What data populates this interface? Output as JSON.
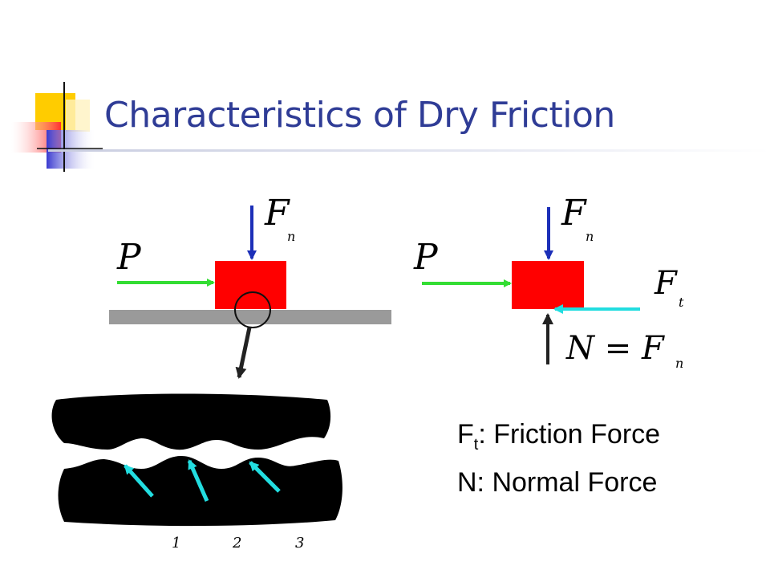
{
  "slide": {
    "title": "Characteristics of Dry Friction"
  },
  "left_diagram": {
    "force_applied": "P",
    "force_normal_base": "F",
    "force_normal_sub": "n"
  },
  "right_diagram": {
    "force_applied": "P",
    "force_normal_base": "F",
    "force_normal_sub": "n",
    "friction_base": "F",
    "friction_sub": "t",
    "reaction_label": "N = F",
    "reaction_sub": "n"
  },
  "detail": {
    "contact_labels": [
      "1",
      "2",
      "3"
    ]
  },
  "legend": {
    "friction_base": "F",
    "friction_sub": "t",
    "friction_text": ": Friction Force",
    "normal_text": "N: Normal Force"
  },
  "colors": {
    "title": "#2f3c96",
    "block": "#ff0000",
    "applied_arrow": "#33dd33",
    "normal_arrow": "#1c2fb8",
    "friction_arrow": "#22dde0",
    "surface": "#9a9a9a"
  }
}
